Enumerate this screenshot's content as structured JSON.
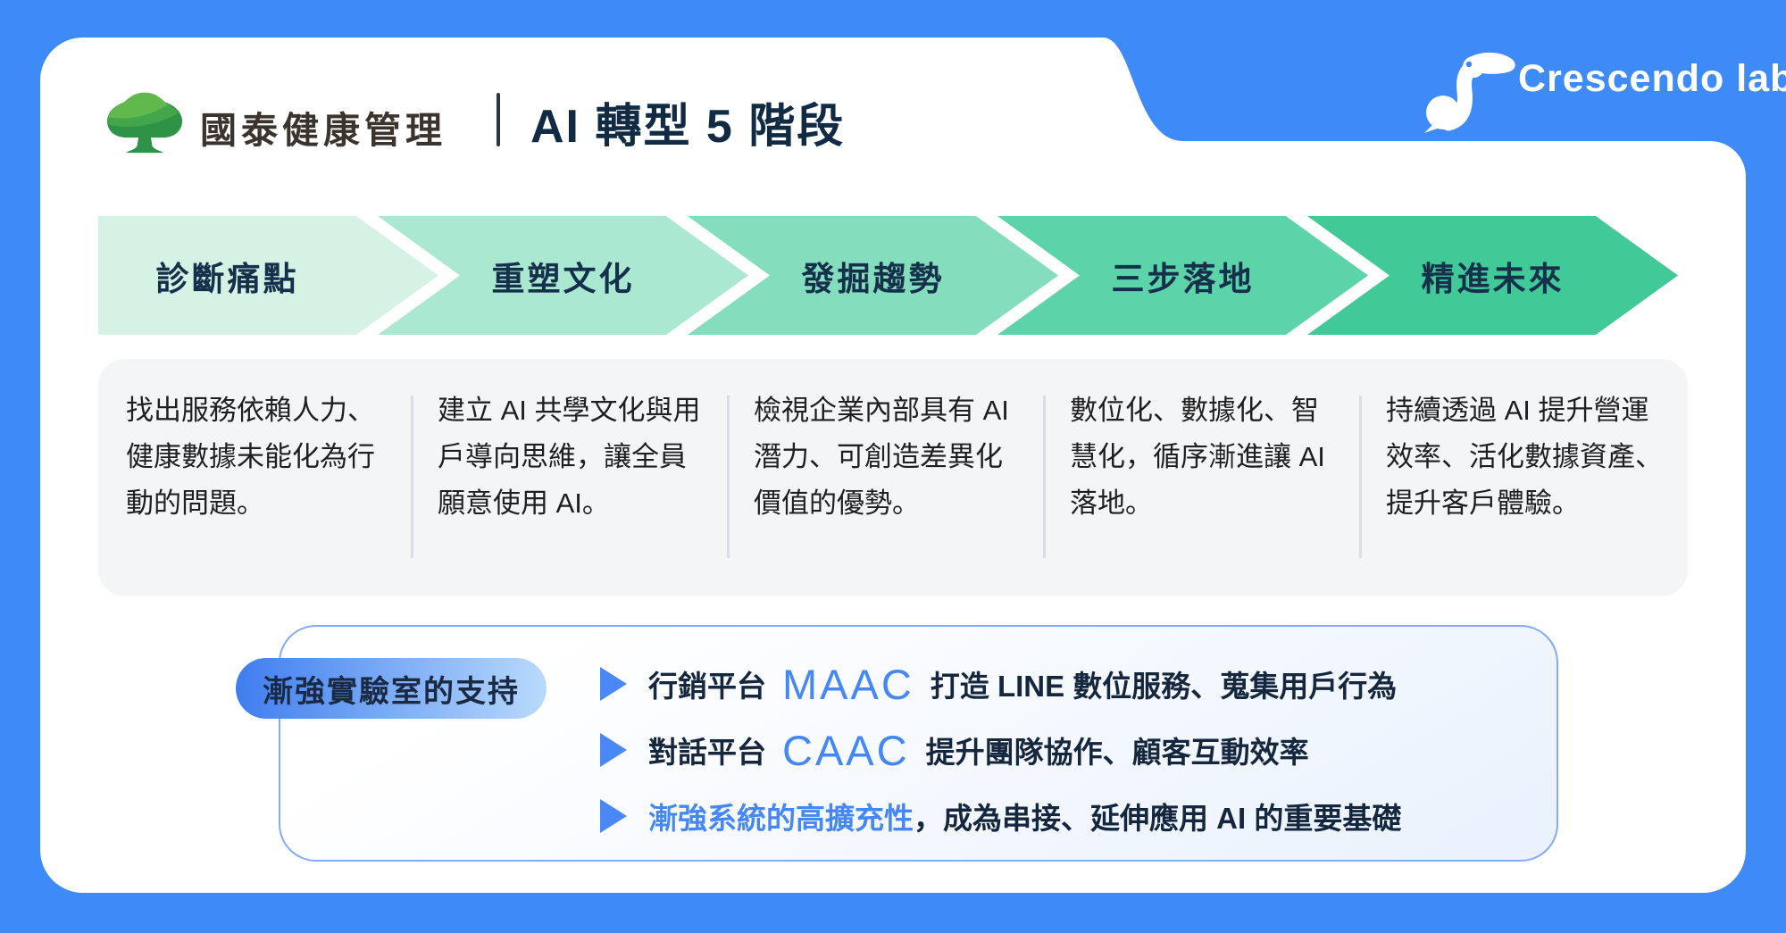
{
  "header": {
    "brand_name": "國泰健康管理",
    "title": "AI 轉型 5 階段",
    "partner_logo": "Crescendo lab"
  },
  "stages": [
    {
      "label": "診斷痛點",
      "color": "#d6f2e4",
      "description": "找出服務依賴人力、健康數據未能化為行動的問題。"
    },
    {
      "label": "重塑文化",
      "color": "#abe8d1",
      "description": "建立 AI 共學文化與用戶導向思維，讓全員願意使用 AI。"
    },
    {
      "label": "發掘趨勢",
      "color": "#84ddbd",
      "description": "檢視企業內部具有 AI 潛力、可創造差異化價值的優勢。"
    },
    {
      "label": "三步落地",
      "color": "#5cd3a9",
      "description": "數位化、數據化、智慧化，循序漸進讓 AI 落地。"
    },
    {
      "label": "精進未來",
      "color": "#41c998",
      "description": "持續透過 AI 提升營運效率、活化數據資產、提升客戶體驗。"
    }
  ],
  "support": {
    "badge": "漸強實驗室的支持",
    "bullets": [
      {
        "prefix": "行銷平台",
        "highlight": "MAAC",
        "text": "打造 LINE 數位服務、蒐集用戶行為"
      },
      {
        "prefix": "對話平台",
        "highlight": "CAAC",
        "text": "提升團隊協作、顧客互動效率"
      },
      {
        "prefix": "",
        "highlight": "漸強系統的高擴充性",
        "text": "，成為串接、延伸應用 AI 的重要基礎"
      }
    ]
  },
  "colors": {
    "page_blue": "#3e8bf7",
    "accent_blue": "#4687f7",
    "stage_text_navy": "#14304b",
    "panel_gray": "#f4f5f7",
    "support_border_blue": "#85aaf6",
    "badge_gradient_start": "#3f7df0",
    "badge_gradient_end": "#b9dafc",
    "tree_green": "#2e9347"
  }
}
